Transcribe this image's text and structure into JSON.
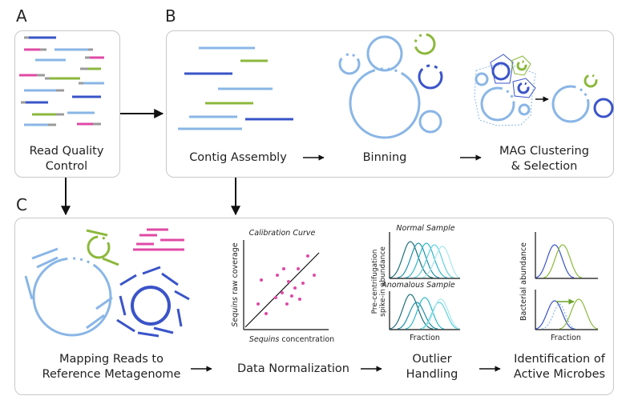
{
  "panel_labels": {
    "a": "A",
    "b": "B",
    "c": "C"
  },
  "steps": {
    "read_qc": {
      "line1": "Read Quality",
      "line2": "Control"
    },
    "contig": "Contig Assembly",
    "binning": "Binning",
    "mag": {
      "line1": "MAG Clustering",
      "line2": "& Selection"
    },
    "mapping": {
      "line1": "Mapping Reads to",
      "line2": "Reference Metagenome"
    },
    "normalization": "Data Normalization",
    "outlier": {
      "line1": "Outlier",
      "line2": "Handling"
    },
    "active": {
      "line1": "Identification of",
      "line2": "Active Microbes"
    }
  },
  "calibration": {
    "title": "Calibration Curve",
    "ylabel_italic": "Sequins",
    "ylabel_rest": " raw coverage",
    "xlabel_italic": "Sequins",
    "xlabel_rest": " concentration"
  },
  "outlier_plot": {
    "normal_title": "Normal Sample",
    "anomalous_title": "Anomalous Sample",
    "ylabel_line1": "Pre-centrifugation",
    "ylabel_line2": "spike-in abundance",
    "xlabel": "Fraction"
  },
  "active_plot": {
    "ylabel": "Bacterial abundance",
    "xlabel": "Fraction"
  },
  "colors": {
    "light_blue": "#8ab6e6",
    "dark_blue": "#3a54c8",
    "green": "#8cb83c",
    "pink": "#e04aa6",
    "gray": "#9a9a9a",
    "teal": "#2bb6c8",
    "dark_teal": "#1f6f78"
  }
}
